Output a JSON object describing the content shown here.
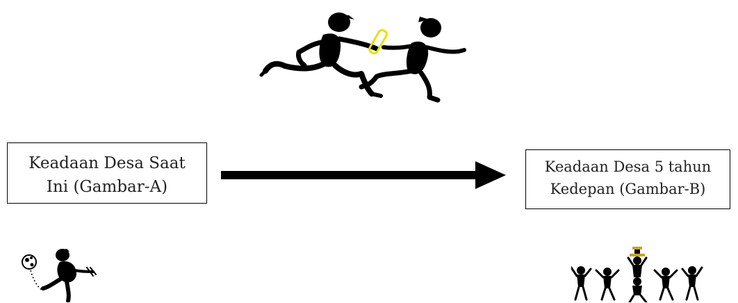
{
  "current_state_box": {
    "line1": "Keadaan Desa Saat",
    "line2": "Ini (Gambar-A)"
  },
  "future_state_box": {
    "line1": "Keadaan Desa 5 tahun",
    "line2": "Kedepan (Gambar-B)"
  },
  "icons": {
    "top": "relay-race-runners-icon",
    "bottom_left": "soccer-player-icon",
    "bottom_right": "celebrating-team-trophy-icon"
  },
  "colors": {
    "ink": "#000000",
    "baton": "#e8e000",
    "trophy": "#c9a227"
  }
}
